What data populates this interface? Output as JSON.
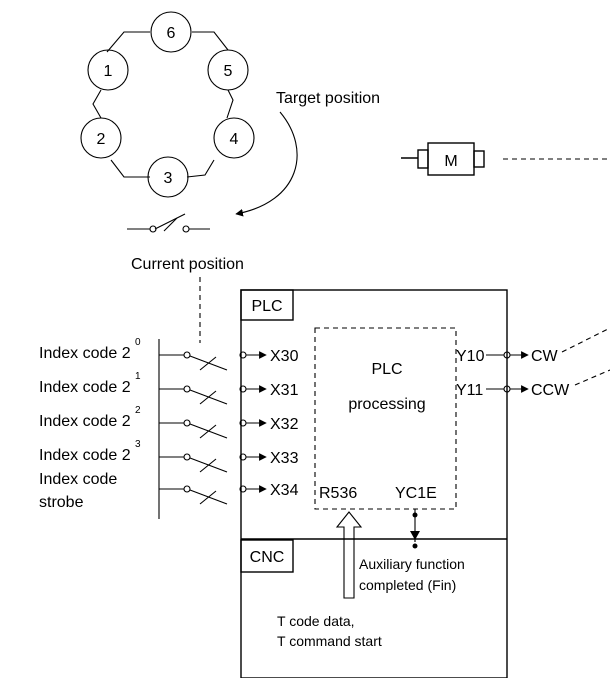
{
  "turret": {
    "stations": [
      "6",
      "5",
      "4",
      "3",
      "2",
      "1"
    ],
    "target_label": "Target position",
    "current_label": "Current position",
    "motor_label": "M"
  },
  "plc": {
    "title": "PLC",
    "processing_line1": "PLC",
    "processing_line2": "processing",
    "r_device": "R536",
    "yc_device": "YC1E"
  },
  "inputs": [
    {
      "label": "Index code 2",
      "exponent": "0",
      "device": "X30"
    },
    {
      "label": "Index code 2",
      "exponent": "1",
      "device": "X31"
    },
    {
      "label": "Index code 2",
      "exponent": "2",
      "device": "X32"
    },
    {
      "label": "Index code 2",
      "exponent": "3",
      "device": "X33"
    },
    {
      "label": "Index code",
      "label2": "strobe",
      "device": "X34"
    }
  ],
  "outputs": [
    {
      "device": "Y10",
      "signal": "CW"
    },
    {
      "device": "Y11",
      "signal": "CCW"
    }
  ],
  "cnc": {
    "title": "CNC",
    "fin_line1": "Auxiliary function",
    "fin_line2": "completed (Fin)",
    "tcode_line1": "T code data,",
    "tcode_line2": "T command start"
  }
}
